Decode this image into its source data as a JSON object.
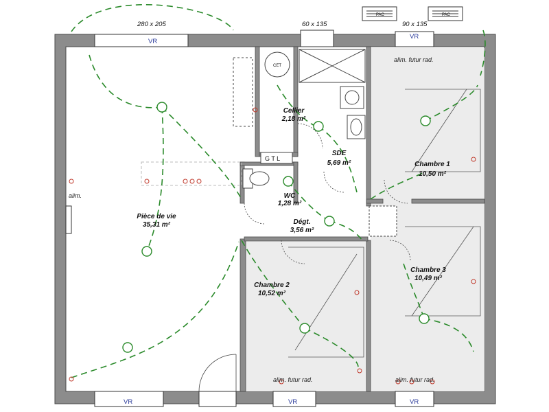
{
  "colors": {
    "wall": "#8c8c8c",
    "wall_edge": "#4a4a4a",
    "wire": "#2a8a2a",
    "floor_bedroom": "#ececec",
    "vr_text": "#2a3a9a",
    "outlet": "#c0392b"
  },
  "rooms": {
    "piece_de_vie": {
      "name": "Pièce de vie",
      "area": "35,31 m²"
    },
    "cellier": {
      "name": "Cellier",
      "area": "2,18 m²"
    },
    "sde": {
      "name": "SDE",
      "area": "5,69 m²"
    },
    "wc": {
      "name": "WC",
      "area": "1,28 m²"
    },
    "degt": {
      "name": "Dégt.",
      "area": "3,56 m²"
    },
    "chambre1": {
      "name": "Chambre 1",
      "area": "10,50 m²"
    },
    "chambre2": {
      "name": "Chambre 2",
      "area": "10,52 m²"
    },
    "chambre3": {
      "name": "Chambre 3",
      "area": "10,49 m²"
    }
  },
  "dimensions": {
    "window_living": "280 x 205",
    "window_sde": "60 x 135",
    "window_ch1": "90 x 135"
  },
  "labels": {
    "vr": "VR",
    "alim": "alim.",
    "alim_futur_rad": "alim. futur rad.",
    "cet": "CET",
    "gtl": "G T L",
    "pac": "PAC"
  }
}
